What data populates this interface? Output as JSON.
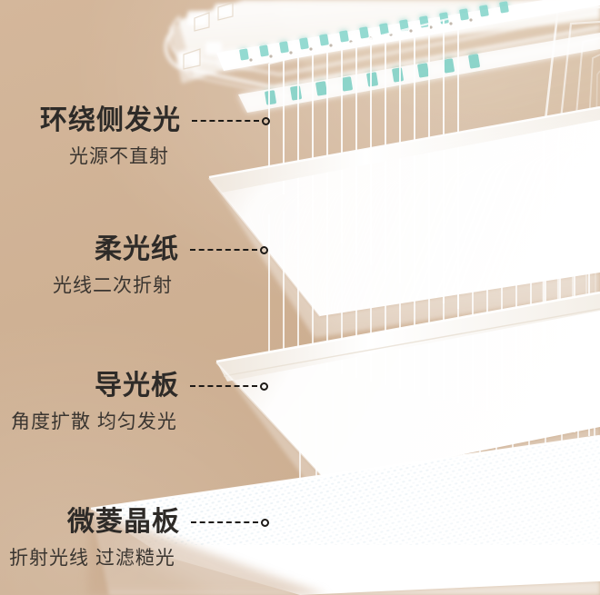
{
  "image": {
    "kind": "product-feature-diagram",
    "subject": "LED ceiling panel light layered structure cutaway",
    "background_color": "#cfb194",
    "text_color": "#2e2b28",
    "leader_color": "#1d1a17",
    "panel_color": "#ffffff",
    "led_chip_color": "#8fd8cf"
  },
  "callouts": [
    {
      "title": "环绕侧发光",
      "subtitle": "光源不直射",
      "leader": "dashed-line-with-circle-endpoint",
      "layer": "led-side-emitting-strip"
    },
    {
      "title": "柔光纸",
      "subtitle": "光线二次折射",
      "leader": "dashed-line-with-circle-endpoint",
      "layer": "diffuser-paper"
    },
    {
      "title": "导光板",
      "subtitle": "角度扩散 均匀发光",
      "leader": "dashed-line-with-circle-endpoint",
      "layer": "light-guide-plate"
    },
    {
      "title": "微菱晶板",
      "subtitle": "折射光线 过滤糙光",
      "leader": "dashed-line-with-circle-endpoint",
      "layer": "micro-prism-crystal-plate"
    }
  ]
}
